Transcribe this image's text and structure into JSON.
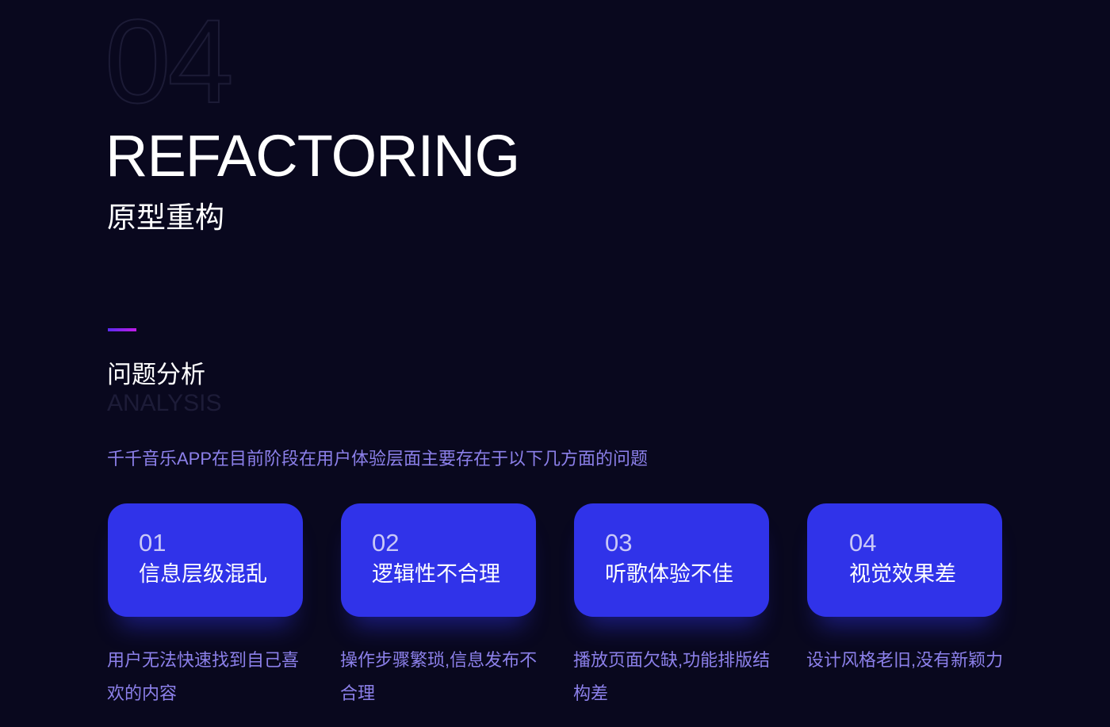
{
  "watermark_number": "04",
  "title": "REFACTORING",
  "subtitle": "原型重构",
  "section": {
    "title": "问题分析",
    "watermark": "ANALYSIS"
  },
  "intro": "千千音乐APP在目前阶段在用户体验层面主要存在于以下几方面的问题",
  "colors": {
    "background": "#09081e",
    "card": "#3033e9",
    "accent_text": "#8c80ea"
  },
  "cards": [
    {
      "num": "01",
      "title": "信息层级混乱",
      "desc": "用户无法快速找到自己喜欢的内容"
    },
    {
      "num": "02",
      "title": "逻辑性不合理",
      "desc": "操作步骤繁琐,信息发布不合理"
    },
    {
      "num": "03",
      "title": "听歌体验不佳",
      "desc": "播放页面欠缺,功能排版结构差"
    },
    {
      "num": "04",
      "title": "视觉效果差",
      "desc": "设计风格老旧,没有新颖力"
    }
  ]
}
